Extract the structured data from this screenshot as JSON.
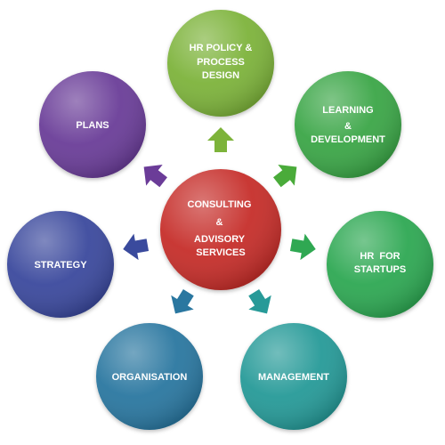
{
  "center": {
    "lines": [
      "CONSULTING",
      "&",
      "ADVISORY",
      "SERVICES"
    ],
    "color": "#c62f2a"
  },
  "nodes": [
    {
      "id": "hr-policy",
      "lines": [
        "HR POLICY &",
        "PROCESS",
        "DESIGN"
      ],
      "color": "#7db33a"
    },
    {
      "id": "learning",
      "lines": [
        "LEARNING",
        "&",
        "DEVELOPMENT"
      ],
      "color": "#3aa646"
    },
    {
      "id": "hr-startups",
      "lines": [
        "HR  FOR",
        "STARTUPS"
      ],
      "color": "#2fa852"
    },
    {
      "id": "management",
      "lines": [
        "MANAGEMENT"
      ],
      "color": "#279a98"
    },
    {
      "id": "organisation",
      "lines": [
        "ORGANISATION"
      ],
      "color": "#2a77a0"
    },
    {
      "id": "strategy",
      "lines": [
        "STRATEGY"
      ],
      "color": "#3a4a9d"
    },
    {
      "id": "plans",
      "lines": [
        "PLANS"
      ],
      "color": "#6b3c98"
    }
  ],
  "arrow_colors": {
    "hr-policy": "#7db33a",
    "learning": "#4aab3a",
    "hr-startups": "#2fa852",
    "management": "#279a98",
    "organisation": "#2a77a0",
    "strategy": "#3a4a9d",
    "plans": "#6b3c98"
  }
}
